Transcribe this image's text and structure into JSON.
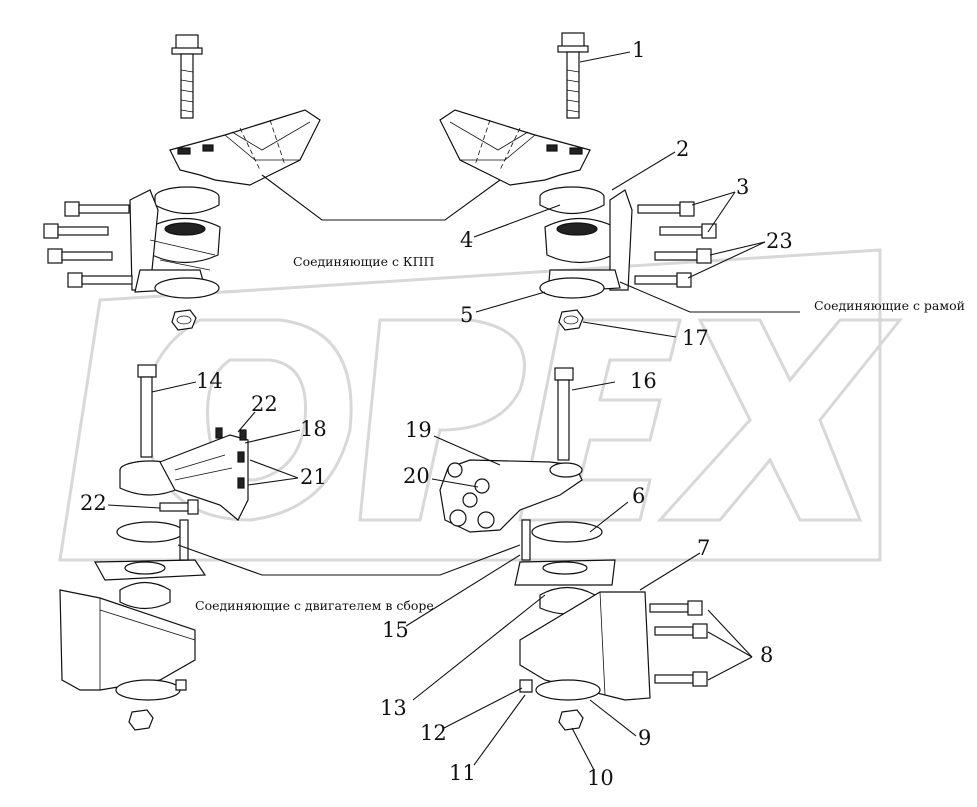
{
  "captions": {
    "gearbox": "Соединяющие с КПП",
    "frame": "Соединяющие с рамой",
    "engine": "Соединяющие с двигателем в сборе"
  },
  "watermark": "OPEX",
  "labels": [
    "1",
    "2",
    "3",
    "4",
    "5",
    "6",
    "7",
    "8",
    "9",
    "10",
    "11",
    "12",
    "13",
    "14",
    "15",
    "16",
    "17",
    "18",
    "19",
    "20",
    "21",
    "22",
    "22",
    "23"
  ]
}
